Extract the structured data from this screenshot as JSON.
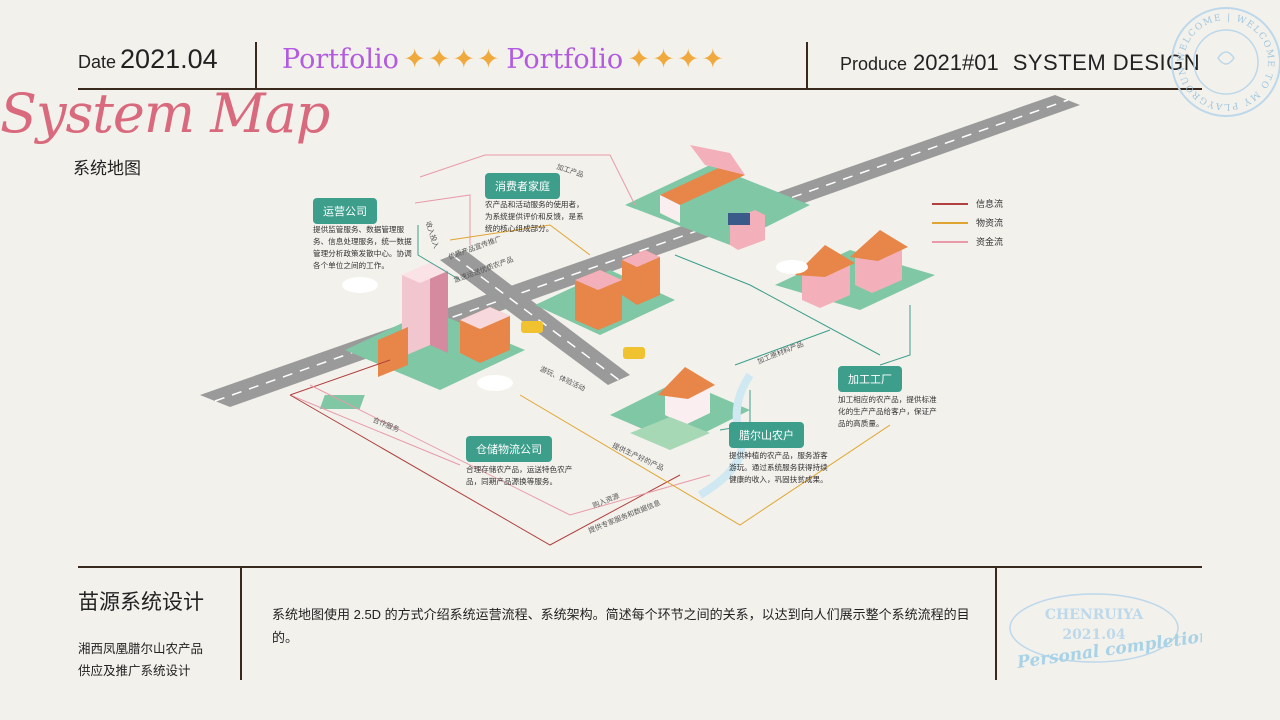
{
  "header": {
    "date_label": "Date",
    "date_value": "2021.04",
    "portfolio_word": "Portfolio",
    "stars": "✦✦✦✦",
    "produce_label": "Produce",
    "produce_number": "2021#01",
    "system_design": "SYSTEM DESIGN",
    "stamp_text": "WELCOME | WELCOME TO MY PLAYGROUND"
  },
  "title": {
    "script": "System Map",
    "chinese": "系统地图"
  },
  "diagram": {
    "nodes": {
      "operator": {
        "label": "运营公司",
        "desc": "提供监管服务、数据管理服务、信息处理服务，统一数据管理分析政策发散中心。协调各个单位之间的工作。"
      },
      "consumer": {
        "label": "消费者家庭",
        "desc": "农产品和活动服务的使用者，为系统提供评价和反馈，是系统的核心组成部分。"
      },
      "factory": {
        "label": "加工工厂",
        "desc": "加工相应的农产品，提供标准化的生产产品给客户，保证产品的高质量。"
      },
      "farmer": {
        "label": "腊尔山农户",
        "desc": "提供种植的农产品，服务游客游玩。通过系统服务获得持续健康的收入，巩固扶贫成果。"
      },
      "warehouse": {
        "label": "仓储物流公司",
        "desc": "合理存储农产品，运送特色农产品，同期产品源换等服务。"
      }
    },
    "flows": {
      "f1": "加工产品",
      "f2": "收入投入",
      "f3": "优质产品宣传推广",
      "f4": "急速运送优质农产品",
      "f5": "合作服务",
      "f6": "游玩、体验活动",
      "f7": "加工原材料产品",
      "f8": "提供生产好的产品",
      "f9": "购入资源",
      "f10": "提供专家服务和数据信息"
    },
    "legend": [
      {
        "name": "信息流",
        "color": "#b0413e"
      },
      {
        "name": "物资流",
        "color": "#e0a530"
      },
      {
        "name": "资金流",
        "color": "#e89aa8"
      }
    ],
    "colors": {
      "info_flow": "#3d9e8c",
      "material_flow": "#e0a530",
      "money_flow": "#e89aa8",
      "label_bg": "#3d9e8c"
    }
  },
  "footer": {
    "title": "苗源系统设计",
    "subtitle_line1": "湘西凤凰腊尔山农产品",
    "subtitle_line2": "供应及推广系统设计",
    "description": "系统地图使用 2.5D 的方式介绍系统运营流程、系统架构。简述每个环节之间的关系，以达到向人们展示整个系统流程的目的。",
    "badge_name": "CHENRUIYA",
    "badge_date": "2021.04",
    "badge_script": "Personal completion"
  }
}
